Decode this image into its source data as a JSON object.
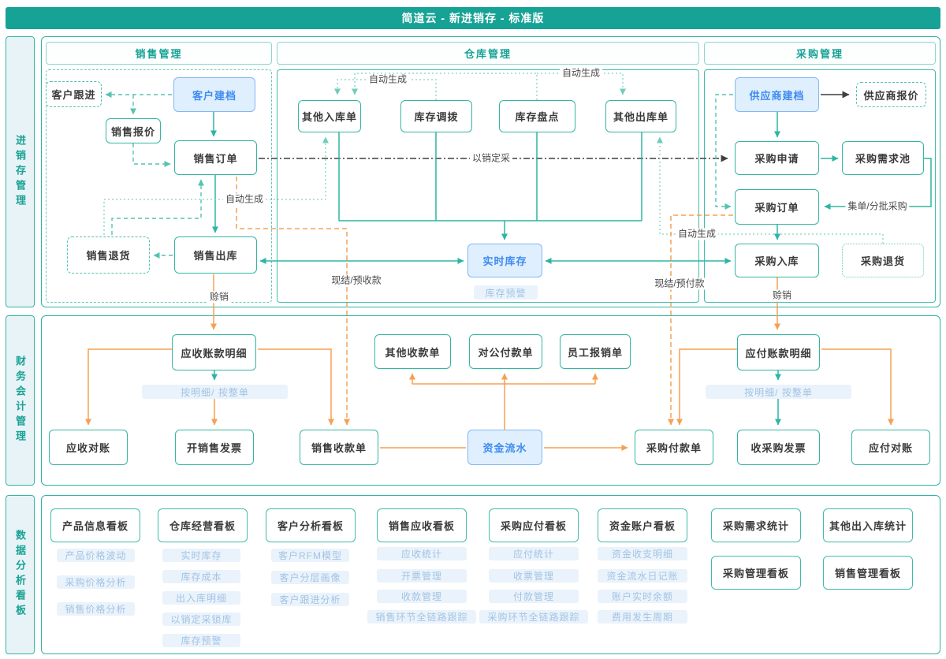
{
  "header": {
    "title": "简道云 - 新进销存 - 标准版"
  },
  "side_labels": {
    "top": "进销存管理",
    "middle": "财务会计管理",
    "bottom": "数据分析看板"
  },
  "sections": {
    "sales": "销售管理",
    "warehouse": "仓库管理",
    "purchase": "采购管理"
  },
  "nodes": {
    "customer_follow": "客户跟进",
    "customer_archive": "客户建档",
    "sales_quote": "销售报价",
    "sales_order": "销售订单",
    "sales_return": "销售退货",
    "sales_outbound": "销售出库",
    "other_inbound": "其他入库单",
    "stock_transfer": "库存调拨",
    "stock_count": "库存盘点",
    "other_outbound": "其他出库单",
    "realtime_stock": "实时库存",
    "stock_alert": "库存预警",
    "supplier_archive": "供应商建档",
    "supplier_quote": "供应商报价",
    "purchase_request": "采购申请",
    "purchase_pool": "采购需求池",
    "purchase_order": "采购订单",
    "purchase_inbound": "采购入库",
    "purchase_return": "采购退货",
    "ar_detail": "应收账款明细",
    "ar_split": "按明细/ 按整单",
    "ar_recon": "应收对账",
    "sales_invoice": "开销售发票",
    "sales_receipt": "销售收款单",
    "other_receipt": "其他收款单",
    "corp_payment": "对公付款单",
    "employee_expense": "员工报销单",
    "cash_flow": "资金流水",
    "purchase_payment": "采购付款单",
    "ap_detail": "应付账款明细",
    "ap_split": "按明细/ 按整单",
    "purchase_invoice": "收采购发票",
    "ap_recon": "应付对账"
  },
  "edges": {
    "auto_generate": "自动生成",
    "sale_driven": "以销定采",
    "batch": "集单/分批采购",
    "cash_receive": "现结/预收款",
    "cash_pay": "现结/预付款",
    "credit": "赊销"
  },
  "dashboard": {
    "columns": [
      {
        "card": "产品信息看板",
        "tags": [
          "产品价格波动",
          "采购价格分析",
          "销售价格分析"
        ]
      },
      {
        "card": "仓库经营看板",
        "tags": [
          "实时库存",
          "库存成本",
          "出入库明细",
          "以销定采锁库",
          "库存预警"
        ]
      },
      {
        "card": "客户分析看板",
        "tags": [
          "客户RFM模型",
          "客户分层画像",
          "客户跟进分析"
        ]
      },
      {
        "card": "销售应收看板",
        "tags": [
          "应收统计",
          "开票管理",
          "收款管理",
          "销售环节全链路跟踪"
        ]
      },
      {
        "card": "采购应付看板",
        "tags": [
          "应付统计",
          "收票管理",
          "付款管理",
          "采购环节全链路跟踪"
        ]
      },
      {
        "card": "资金账户看板",
        "tags": [
          "资金收支明细",
          "资金流水日记账",
          "账户实时余额",
          "费用发生周期"
        ]
      },
      {
        "card": "采购需求统计",
        "tags": []
      },
      {
        "card": "其他出入库统计",
        "tags": []
      },
      {
        "card": "采购管理看板",
        "tags": []
      },
      {
        "card": "销售管理看板",
        "tags": []
      }
    ]
  },
  "colors": {
    "teal": "#17a296",
    "teal_line": "#2eb5a4",
    "orange": "#f6a053",
    "blue_accent": "#3e8bf0",
    "black_line": "#3f3f3f"
  }
}
